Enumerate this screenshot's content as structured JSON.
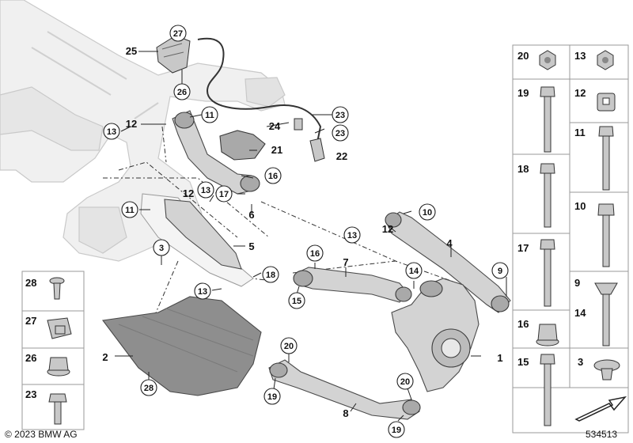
{
  "callouts": [
    {
      "id": "c25",
      "label": "25"
    },
    {
      "id": "c27",
      "label": "27"
    },
    {
      "id": "c26",
      "label": "26"
    },
    {
      "id": "c13a",
      "label": "13"
    },
    {
      "id": "c12a",
      "label": "12"
    },
    {
      "id": "c11a",
      "label": "11"
    },
    {
      "id": "c24",
      "label": "24"
    },
    {
      "id": "c23a",
      "label": "23"
    },
    {
      "id": "c23b",
      "label": "23"
    },
    {
      "id": "c21",
      "label": "21"
    },
    {
      "id": "c22",
      "label": "22"
    },
    {
      "id": "c16a",
      "label": "16"
    },
    {
      "id": "c17",
      "label": "17"
    },
    {
      "id": "c6",
      "label": "6"
    },
    {
      "id": "c12b",
      "label": "12"
    },
    {
      "id": "c13b",
      "label": "13"
    },
    {
      "id": "c11b",
      "label": "11"
    },
    {
      "id": "c10",
      "label": "10"
    },
    {
      "id": "c12c",
      "label": "12"
    },
    {
      "id": "c13c",
      "label": "13"
    },
    {
      "id": "c4",
      "label": "4"
    },
    {
      "id": "c3",
      "label": "3"
    },
    {
      "id": "c5",
      "label": "5"
    },
    {
      "id": "c16b",
      "label": "16"
    },
    {
      "id": "c7",
      "label": "7"
    },
    {
      "id": "c14",
      "label": "14"
    },
    {
      "id": "c9",
      "label": "9"
    },
    {
      "id": "c13d",
      "label": "13"
    },
    {
      "id": "c18",
      "label": "18"
    },
    {
      "id": "c15",
      "label": "15"
    },
    {
      "id": "c2",
      "label": "2"
    },
    {
      "id": "c20a",
      "label": "20"
    },
    {
      "id": "c1",
      "label": "1"
    },
    {
      "id": "c19a",
      "label": "19"
    },
    {
      "id": "c20b",
      "label": "20"
    },
    {
      "id": "c28",
      "label": "28"
    },
    {
      "id": "c8",
      "label": "8"
    },
    {
      "id": "c19b",
      "label": "19"
    }
  ],
  "left_legend": [
    {
      "label": "28",
      "icon": "push-rivet-icon"
    },
    {
      "label": "27",
      "icon": "cable-clip-icon"
    },
    {
      "label": "26",
      "icon": "collar-nut-icon"
    },
    {
      "label": "23",
      "icon": "flange-screw-icon"
    }
  ],
  "right_legend": [
    {
      "label": "20",
      "icon": "hex-nut-icon"
    },
    {
      "label": "13",
      "icon": "locking-nut-icon"
    },
    {
      "label": "19",
      "icon": "long-bolt-icon"
    },
    {
      "label": "12",
      "icon": "eccentric-washer-icon"
    },
    {
      "label": "11",
      "icon": "eccentric-bolt-icon"
    },
    {
      "label": "18",
      "icon": "torx-bolt-icon"
    },
    {
      "label": "10",
      "icon": "flange-bolt-icon"
    },
    {
      "label": "17",
      "icon": "stud-bolt-icon"
    },
    {
      "label": "9",
      "icon": "eccentric-screw-icon"
    },
    {
      "label": "14",
      "icon": ""
    },
    {
      "label": "16",
      "icon": "collar-nut-icon"
    },
    {
      "label": "15",
      "icon": "hex-bolt-icon"
    },
    {
      "label": "3",
      "icon": "clip-nut-icon"
    }
  ],
  "footer": {
    "copyright": "© 2023 BMW AG",
    "diagram_number": "534513"
  }
}
